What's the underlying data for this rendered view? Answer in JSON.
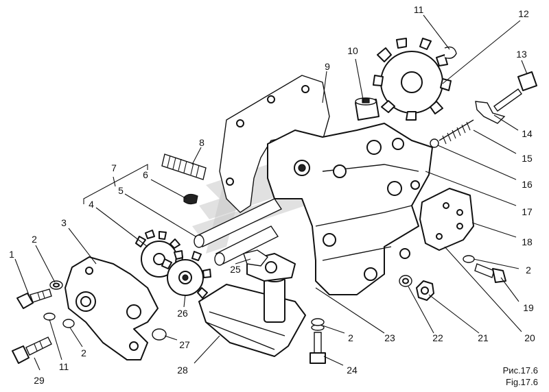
{
  "callouts": [
    "1",
    "2",
    "3",
    "4",
    "5",
    "6",
    "7",
    "8",
    "9",
    "10",
    "11",
    "12",
    "13",
    "14",
    "15",
    "16",
    "17",
    "18",
    "2",
    "19",
    "20",
    "21",
    "22",
    "23",
    "2",
    "24",
    "25",
    "26",
    "27",
    "28",
    "11",
    "2",
    "29"
  ],
  "caption": {
    "line1": "Рис.17.6",
    "line2": "Fig.17.6"
  },
  "icons": {
    "watermark": "logo-watermark"
  }
}
